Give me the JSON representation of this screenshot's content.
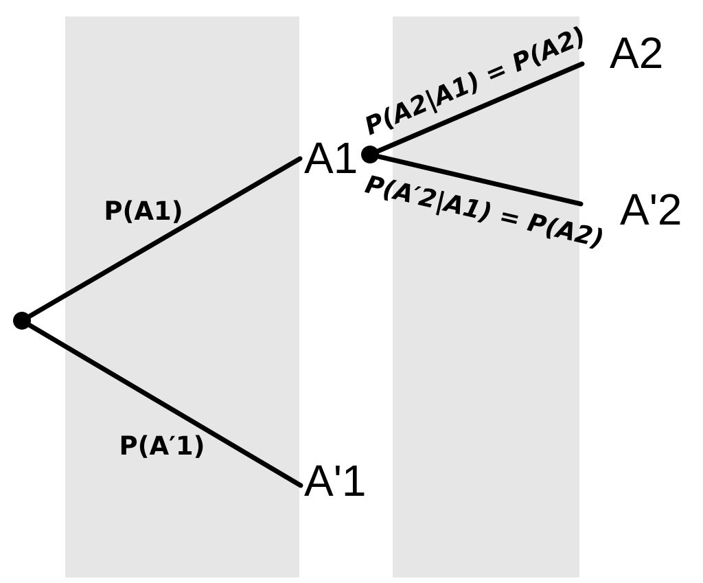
{
  "diagram": {
    "type": "probability-tree",
    "colors": {
      "background": "#ffffff",
      "stage_band": "#e6e6e6",
      "line": "#000000",
      "text": "#000000"
    },
    "nodes": {
      "a1": {
        "label": "A1"
      },
      "a1_prime": {
        "label": "A'1"
      },
      "a2": {
        "label": "A2"
      },
      "a2_prime": {
        "label": "A'2"
      }
    },
    "edge_labels": {
      "p_a1": "P(A1)",
      "p_a1_prime": "P(A′1)",
      "p_a2_given_a1": "P(A2|A1) = P(A2)",
      "p_a2_prime_given_a1": "P(A′2|A1) = P(A2)"
    }
  }
}
